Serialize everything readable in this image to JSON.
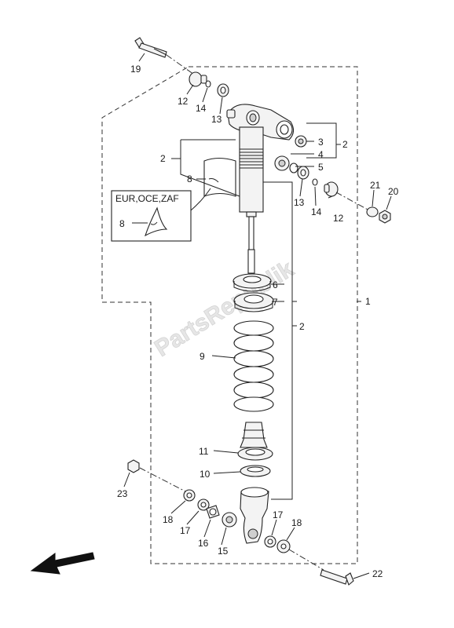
{
  "watermark": "PartsRepublik",
  "inset_label": "EUR,OCE,ZAF",
  "callouts": {
    "c1": "1",
    "c2a": "2",
    "c2b": "2",
    "c2c": "2",
    "c3": "3",
    "c4": "4",
    "c5": "5",
    "c6": "6",
    "c7": "7",
    "c8a": "8",
    "c8b": "8",
    "c9": "9",
    "c10": "10",
    "c11": "11",
    "c12a": "12",
    "c12b": "12",
    "c13a": "13",
    "c13b": "13",
    "c14a": "14",
    "c14b": "14",
    "c15": "15",
    "c16": "16",
    "c17a": "17",
    "c17b": "17",
    "c18a": "18",
    "c18b": "18",
    "c19": "19",
    "c20": "20",
    "c21": "21",
    "c22": "22",
    "c23": "23"
  },
  "icons": [
    "front-direction-arrow-icon"
  ]
}
